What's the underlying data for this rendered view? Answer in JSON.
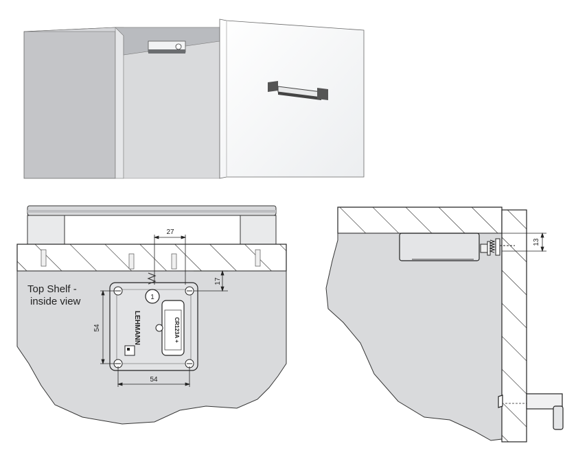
{
  "caption": {
    "line1": "Top Shelf -",
    "line2": "inside view"
  },
  "dimensions": {
    "width_top": "27",
    "offset_top": "17",
    "height_left": "54",
    "width_bottom": "54",
    "side_offset": "13"
  },
  "lock": {
    "brand": "LEHMANN",
    "battery": "CR123A +",
    "button": "1"
  },
  "colors": {
    "line": "#222222",
    "surface_grey": "#d9dadc",
    "cabinet_side": "#c8c9cc",
    "cabinet_front": "#dcdde0",
    "door": "#f7f8f9"
  },
  "icons": [
    "screw-icon",
    "battery-icon",
    "hatch-pattern"
  ]
}
